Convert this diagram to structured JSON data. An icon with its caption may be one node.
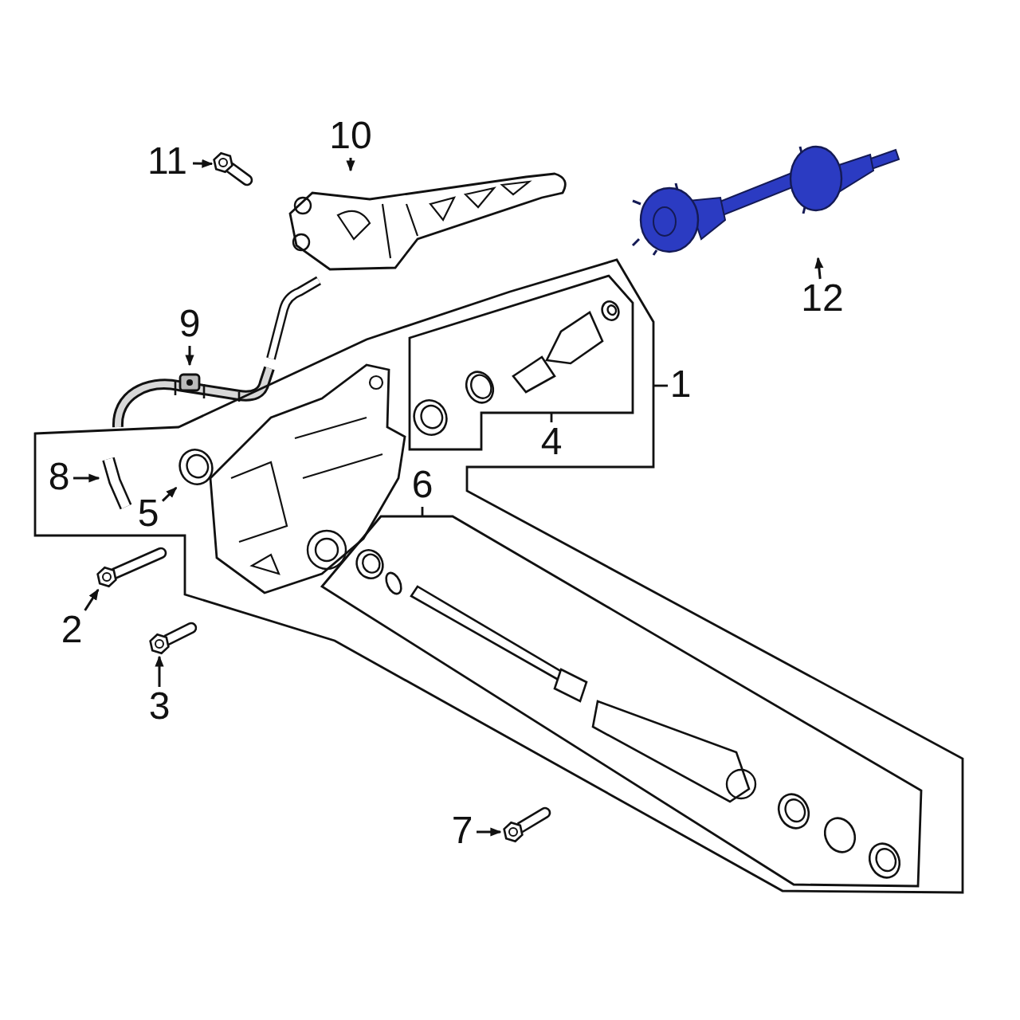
{
  "diagram": {
    "nodes": [
      {
        "text": [
          "11"
        ]
      },
      {
        "text": [],
        "shape": "picture"
      },
      {
        "text": [
          "10"
        ]
      },
      {
        "text": [],
        "shape": "picture"
      },
      {
        "text": [
          "12"
        ]
      },
      {
        "text": [],
        "shape": "picture"
      },
      {
        "text": [
          "9"
        ]
      },
      {
        "text": [],
        "shape": "picture"
      },
      {
        "text": [
          "1"
        ]
      },
      {
        "text": [
          "4"
        ],
        "in": 8
      },
      {
        "text": [
          "8"
        ],
        "in": 8
      },
      {
        "text": [],
        "shape": "picture",
        "in": 8
      },
      {
        "text": [
          "5"
        ],
        "in": 8
      },
      {
        "text": [],
        "shape": "picture",
        "in": 8
      },
      {
        "text": [
          "6"
        ],
        "in": 8
      },
      {
        "text": [
          "2"
        ]
      },
      {
        "text": [],
        "shape": "picture"
      },
      {
        "text": [
          "3"
        ]
      },
      {
        "text": [],
        "shape": "picture"
      },
      {
        "text": [
          "7"
        ]
      },
      {
        "text": [],
        "shape": "picture"
      }
    ],
    "edges": [
      {
        "from": 0,
        "to": 1,
        "arrow": "to"
      },
      {
        "from": 2,
        "to": 3,
        "arrow": "to"
      },
      {
        "from": 4,
        "to": 5,
        "arrow": "to"
      },
      {
        "from": 6,
        "to": 7,
        "arrow": "to"
      },
      {
        "from": 10,
        "to": 11,
        "arrow": "to"
      },
      {
        "from": 12,
        "to": 13,
        "arrow": "to"
      },
      {
        "from": 15,
        "to": 16,
        "arrow": "to"
      },
      {
        "from": 17,
        "to": 18,
        "arrow": "to"
      },
      {
        "from": 19,
        "to": 20,
        "arrow": "to"
      }
    ]
  }
}
